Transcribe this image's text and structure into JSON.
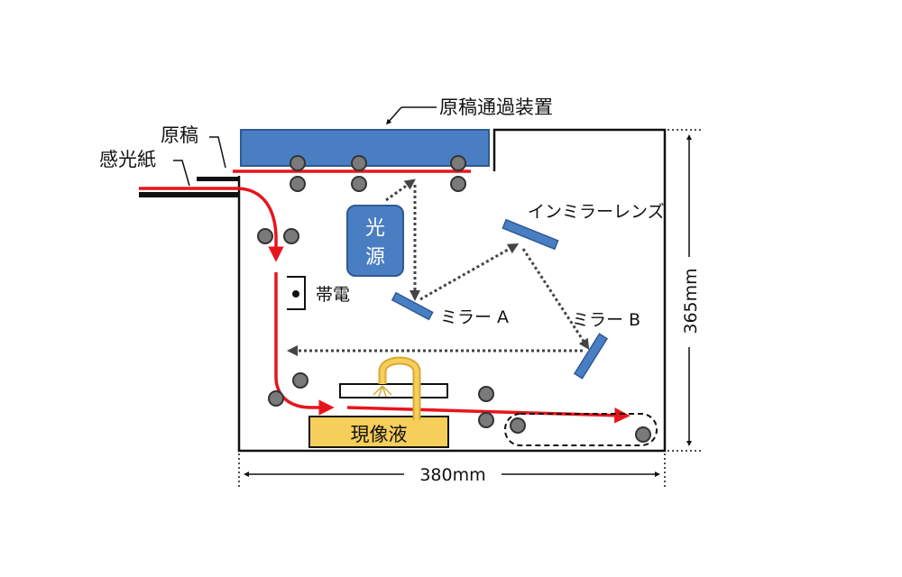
{
  "labels": {
    "feeder": "原稿通過装置",
    "original": "原稿",
    "photo_paper": "感光紙",
    "light_source_top": "光",
    "light_source_bottom": "源",
    "charge": "帯電",
    "in_mirror_lens": "インミラーレンズ",
    "mirror_a": "ミラー A",
    "mirror_b": "ミラー B",
    "developer": "現像液",
    "height_dim": "365mm",
    "width_dim": "380mm"
  },
  "colors": {
    "blue_fill": "#4A7EC2",
    "blue_stroke": "#2E5A96",
    "red_path": "#E8141B",
    "roller": "#7A7A7A",
    "developer_fill": "#F6CF5A",
    "light_path": "#444444"
  },
  "icons": {
    "charger": "charger-dot-icon"
  }
}
